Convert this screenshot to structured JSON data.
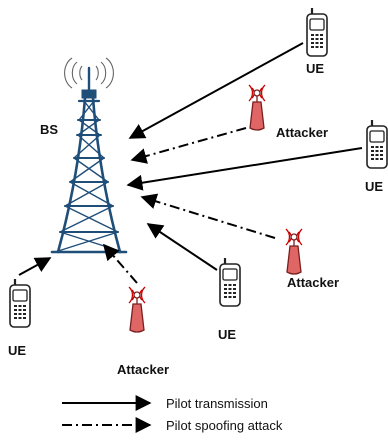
{
  "labels": {
    "bs": "BS",
    "ue": "UE",
    "attacker": "Attacker"
  },
  "legend": {
    "pilot_transmission": "Pilot transmission",
    "pilot_spoofing": "Pilot spoofing attack"
  },
  "colors": {
    "tower": "#1f4e79",
    "attacker_body": "#e06666",
    "attacker_outline": "#7a1f1f",
    "signal_red": "#cc0000",
    "arrow": "#000000"
  },
  "icons": {
    "bs": "cell-tower-icon",
    "ue": "mobile-phone-icon",
    "attacker": "attacker-antenna-icon"
  }
}
